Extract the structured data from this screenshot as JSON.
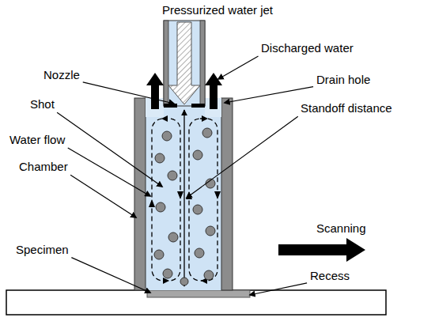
{
  "diagram": {
    "labels": [
      "Pressurized water jet",
      "Discharged water",
      "Nozzle",
      "Drain hole",
      "Shot",
      "Standoff distance",
      "Water flow",
      "Chamber",
      "Scanning",
      "Specimen",
      "Recess"
    ]
  }
}
